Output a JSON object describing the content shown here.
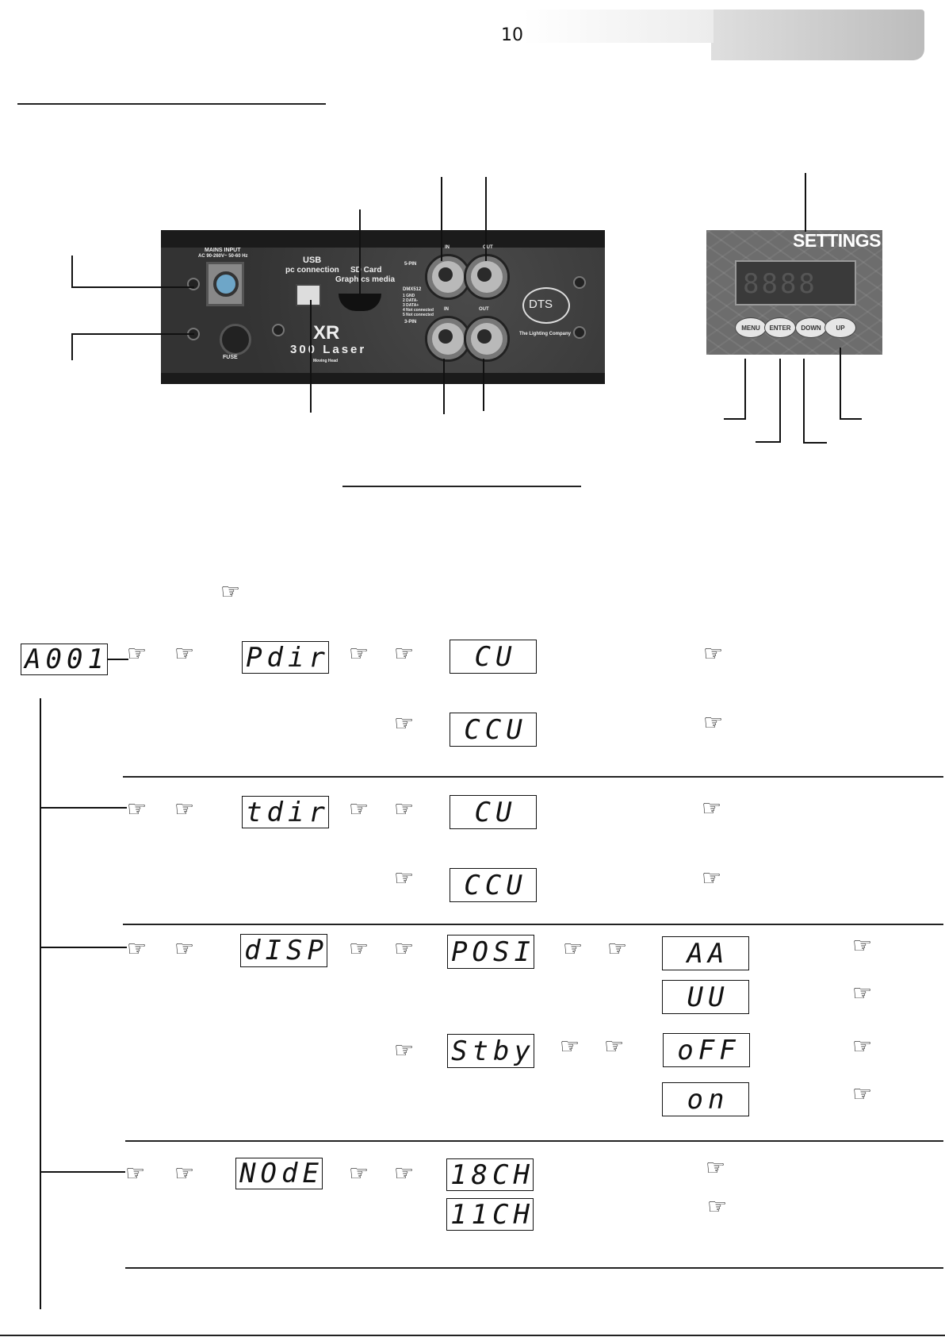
{
  "header": {
    "page_number": "10"
  },
  "panel": {
    "mains_input": "MAINS INPUT",
    "mains_spec": "AC 90-260V~ 50-60 Hz",
    "fuse": "FUSE",
    "usb_label": "USB",
    "usb_sub": "pc connection",
    "sd_label": "SD Card",
    "sd_sub": "Graphics media",
    "model_xr": "XR",
    "model_laser": "300 Laser",
    "model_sub": "Moving Head",
    "dmx_title": "DMX512",
    "dmx_pins": [
      "1 GND",
      "2 DATA-",
      "3 DATA+",
      "4 Not connected",
      "5 Not connected"
    ],
    "pin5": "5-PIN",
    "pin3": "3-PIN",
    "in_label": "IN",
    "out_label": "OUT",
    "brand": "DTS",
    "brand_sub": "The Lighting Company"
  },
  "settings": {
    "title": "SETTINGS",
    "display": "8888",
    "buttons": [
      "MENU",
      "ENTER",
      "DOWN",
      "UP"
    ]
  },
  "icons": {
    "hand": "pointing-hand-icon",
    "hand_glyph": "☞"
  },
  "menu": {
    "root": "A001",
    "pdir": {
      "label": "Pdir",
      "options": [
        "CU",
        "CCU"
      ]
    },
    "tdir": {
      "label": "tdir",
      "options": [
        "CU",
        "CCU"
      ]
    },
    "disp": {
      "label": "dISP",
      "sub": [
        "POSI",
        "Stby"
      ],
      "posi_options": [
        "AA",
        "UU"
      ],
      "stby_options": [
        "oFF",
        "on"
      ]
    },
    "mode": {
      "label": "NOdE",
      "options": [
        "18CH",
        "11CH"
      ]
    }
  }
}
